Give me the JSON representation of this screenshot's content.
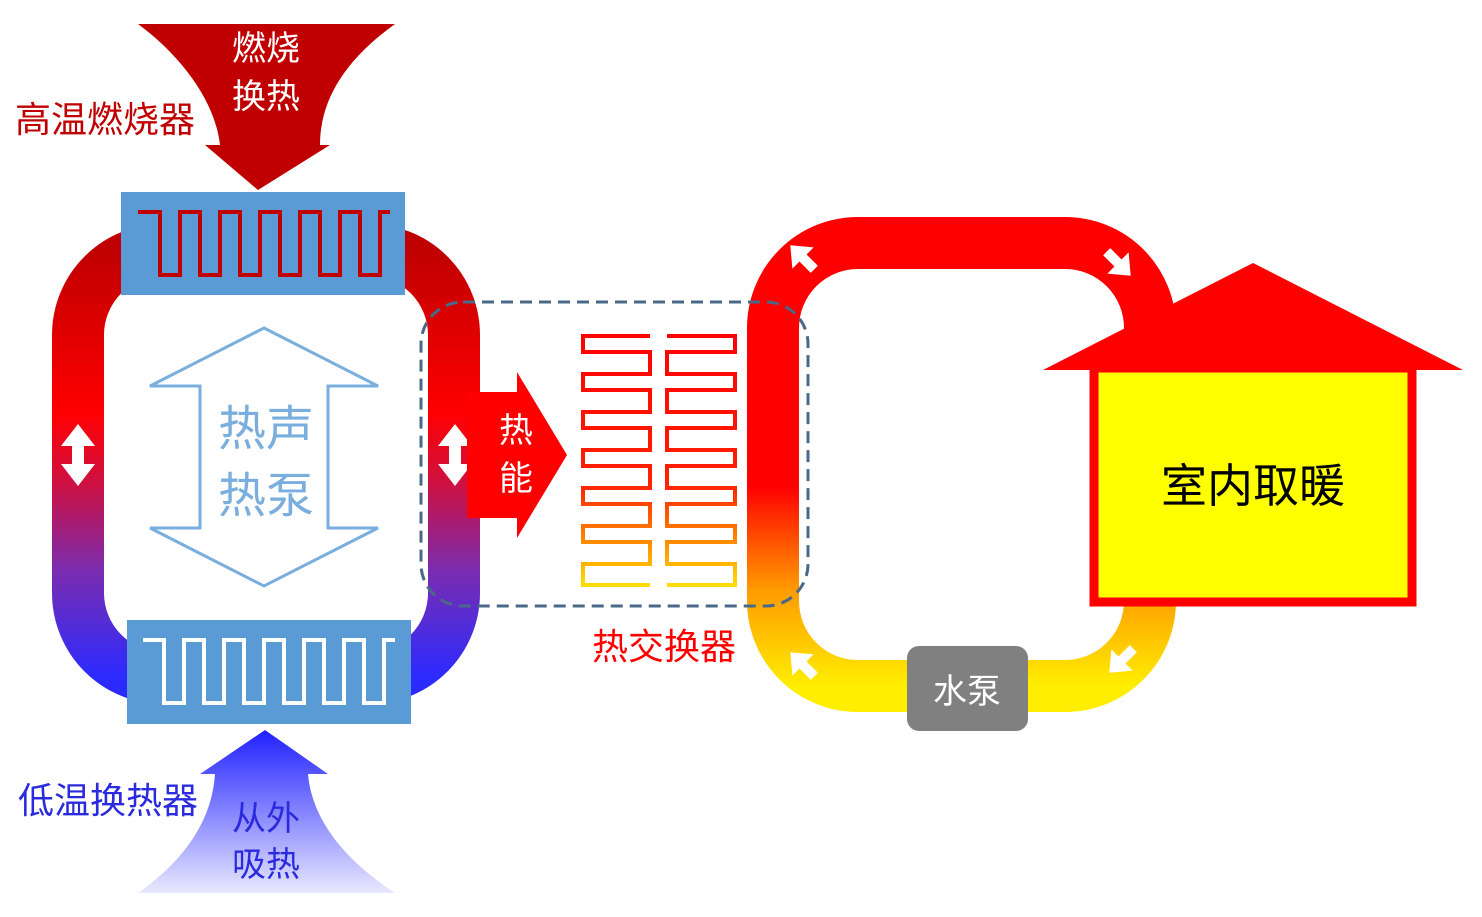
{
  "labels": {
    "burner": "高温燃烧器",
    "combustion_line1": "燃烧",
    "combustion_line2": "换热",
    "thermoacoustic_line1": "热声",
    "thermoacoustic_line2": "热泵",
    "heat_energy_line1": "热",
    "heat_energy_line2": "能",
    "heat_exchanger": "热交换器",
    "indoor_heating": "室内取暖",
    "water_pump": "水泵",
    "low_temp_exchanger": "低温换热器",
    "absorb_line1": "从外",
    "absorb_line2": "吸热"
  },
  "colors": {
    "hot": "#ff0000",
    "dark_red": "#c00000",
    "cold": "#3333ff",
    "warm_yellow": "#ffee00",
    "orange": "#ff8800",
    "exchanger_blue": "#5b9bd5",
    "light_blue": "#7aaede",
    "house_fill": "#ffff00",
    "pump_gray": "#808080",
    "dashed_border": "#4a6888"
  },
  "icons": {
    "arrow_up_down": "double-headed-arrow-icon",
    "flow_arrow": "white-arrow-icon"
  }
}
